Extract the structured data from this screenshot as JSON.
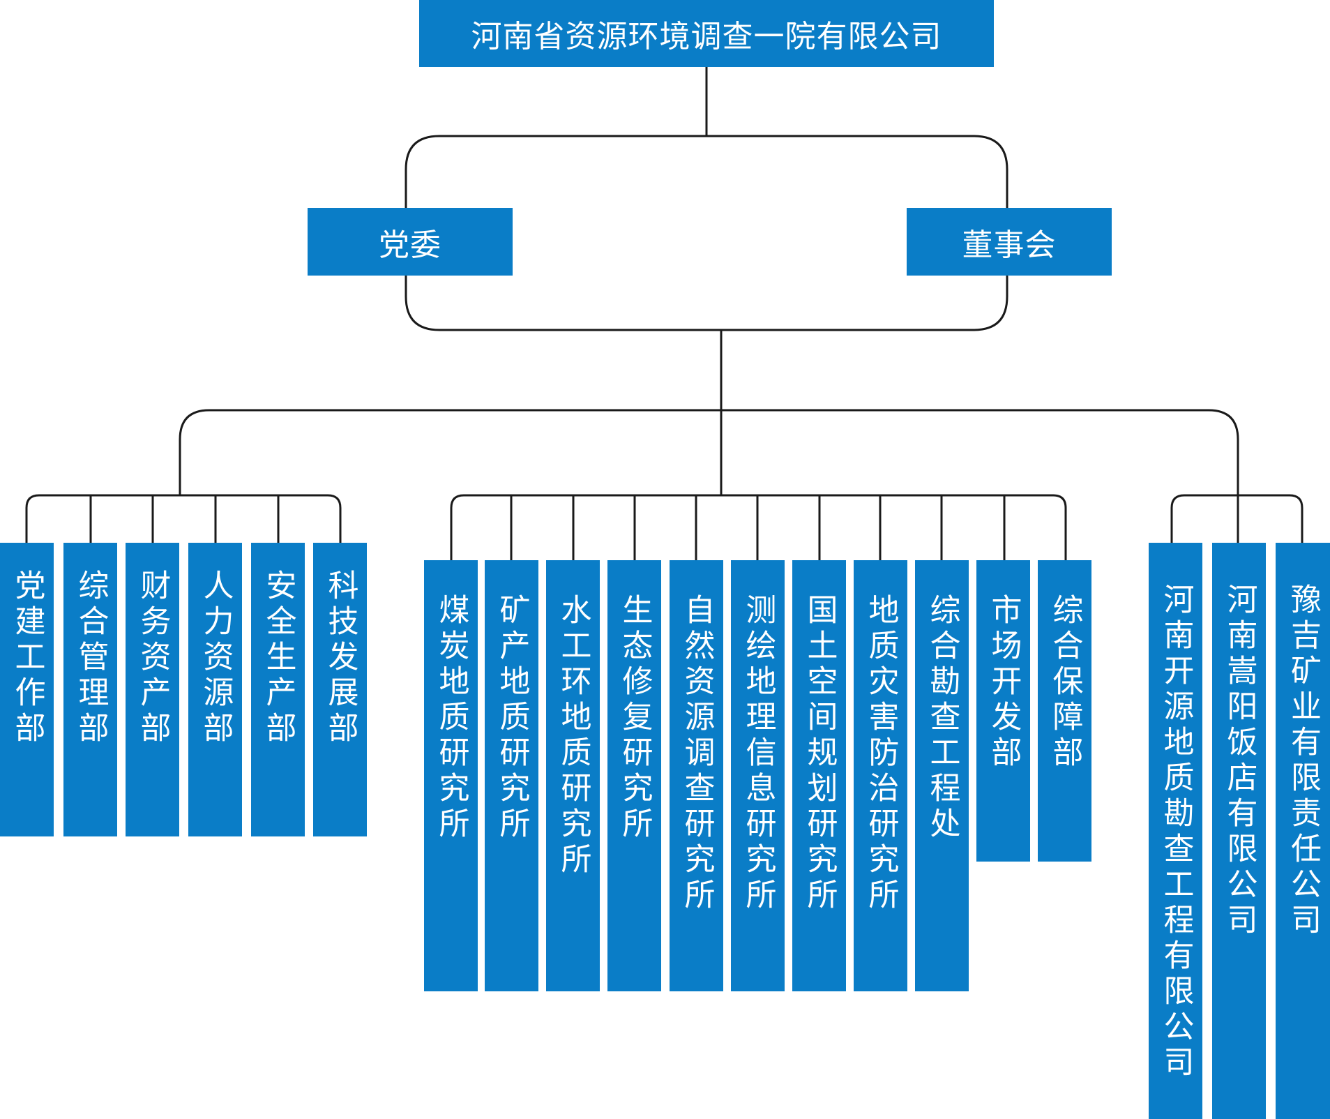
{
  "company": {
    "name": "河南省资源环境调查一院有限公司"
  },
  "governance": {
    "party_committee": "党委",
    "board": "董事会"
  },
  "departments": [
    "党建工作部",
    "综合管理部",
    "财务资产部",
    "人力资源部",
    "安全生产部",
    "科技发展部"
  ],
  "institutes": [
    "煤炭地质研究所",
    "矿产地质研究所",
    "水工环地质研究所",
    "生态修复研究所",
    "自然资源调查研究所",
    "测绘地理信息研究所",
    "国土空间规划研究所",
    "地质灾害防治研究所",
    "综合勘查工程处",
    "市场开发部",
    "综合保障部"
  ],
  "subsidiaries": [
    "河南开源地质勘查工程有限公司",
    "河南嵩阳饭店有限公司",
    "豫吉矿业有限责任公司"
  ],
  "colors": {
    "box_fill": "#0a7dc7",
    "box_text": "#ffffff",
    "connector": "#1a1a1a"
  }
}
